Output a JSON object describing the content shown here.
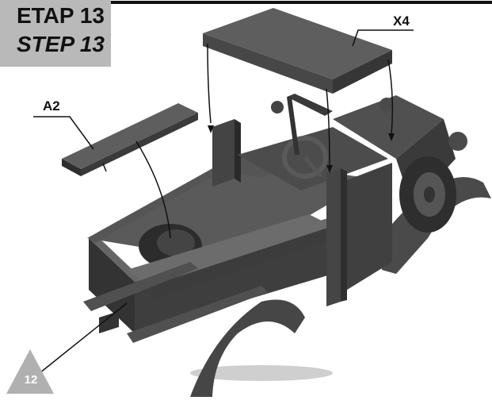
{
  "header": {
    "step_pl": "ETAP 13",
    "step_en": "STEP 13",
    "box_color": "#b9b9b9"
  },
  "callouts": {
    "part_a2": "A2",
    "part_x4": "X4"
  },
  "page": {
    "number": "12",
    "triangle_color": "#b0b0b0"
  },
  "illustration": {
    "subject": "truck-assembly-step",
    "part_color": "#4a4a4a"
  }
}
